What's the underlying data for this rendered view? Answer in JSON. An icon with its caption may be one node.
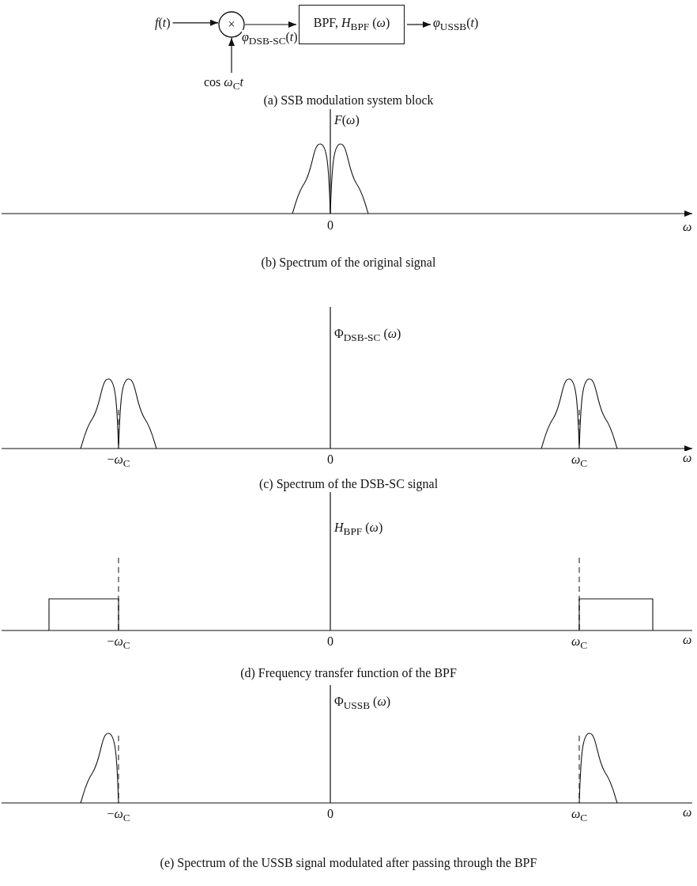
{
  "diagram": {
    "nodes": [
      {
        "text": [
          "*f*(*t*)"
        ]
      },
      {
        "text": [
          "×"
        ]
      },
      {
        "text": [
          "BPF, *H*$_{BPF}$ (*ω*)"
        ]
      },
      {
        "text": [
          "*φ*$_{USSB}$(*t*)"
        ]
      },
      {
        "text": [
          "cos *ω*$_{C}$*t*"
        ]
      }
    ],
    "edges": [
      {
        "from": 0,
        "to": 1,
        "arrow": "to"
      },
      {
        "from": 4,
        "to": 1,
        "arrow": "to"
      },
      {
        "from": 1,
        "to": 2,
        "arrow": "to",
        "label": "*φ*$_{DSB-SC}$(*t*)"
      },
      {
        "from": 2,
        "to": 3,
        "arrow": "to"
      }
    ],
    "labels": [
      "(a) SSB modulation system block",
      "*F*(*ω*)",
      "0",
      "*ω*",
      "(b) Spectrum of the original signal",
      "Φ$_{DSB-SC}$ (*ω*)",
      "−*ω*$_{C}$",
      "0",
      "*ω*$_{C}$",
      "*ω*",
      "(c) Spectrum of the DSB-SC signal",
      "*H*$_{BPF}$ (*ω*)",
      "−*ω*$_{C}$",
      "0",
      "*ω*$_{C}$",
      "*ω*",
      "(d) Frequency transfer function of the BPF",
      "Φ$_{USSB}$ (*ω*)",
      "−*ω*$_{C}$",
      "0",
      "*ω*$_{C}$",
      "*ω*",
      "(e) Spectrum of the USSB signal modulated after passing through the BPF"
    ]
  }
}
